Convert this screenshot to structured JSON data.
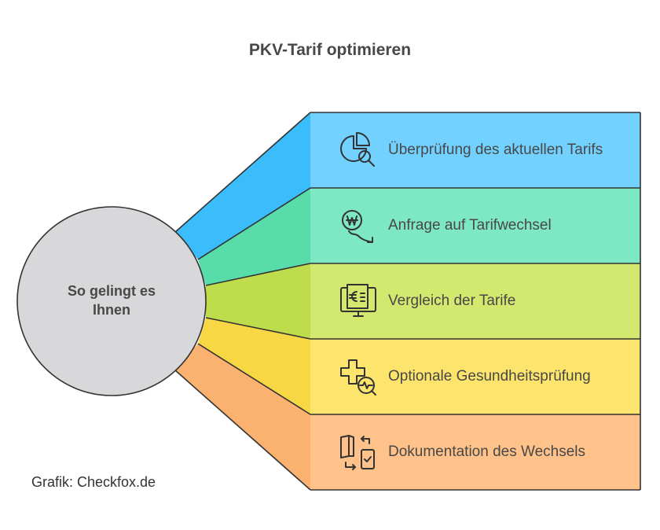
{
  "title": "PKV-Tarif optimieren",
  "center": {
    "label": "So gelingt es Ihnen",
    "color": "#d8d7da"
  },
  "steps": [
    {
      "label": "Überprüfung des aktuellen Tarifs",
      "icon": "chart-magnifier-icon",
      "color": "#72d1ff",
      "accent": "#3bb8f5"
    },
    {
      "label": "Anfrage auf Tarifwechsel",
      "icon": "currency-trend-icon",
      "color": "#7de8c3",
      "accent": "#4fd6a5"
    },
    {
      "label": "Vergleich der Tarife",
      "icon": "euro-monitor-icon",
      "color": "#d3e86f",
      "accent": "#bcd84a"
    },
    {
      "label": "Optionale Gesundheitsprüfung",
      "icon": "health-check-icon",
      "color": "#fde46c",
      "accent": "#f5d23e"
    },
    {
      "label": "Dokumentation des Wechsels",
      "icon": "document-transfer-icon",
      "color": "#fec28a",
      "accent": "#f9a865"
    }
  ],
  "credit": "Grafik: Checkfox.de"
}
